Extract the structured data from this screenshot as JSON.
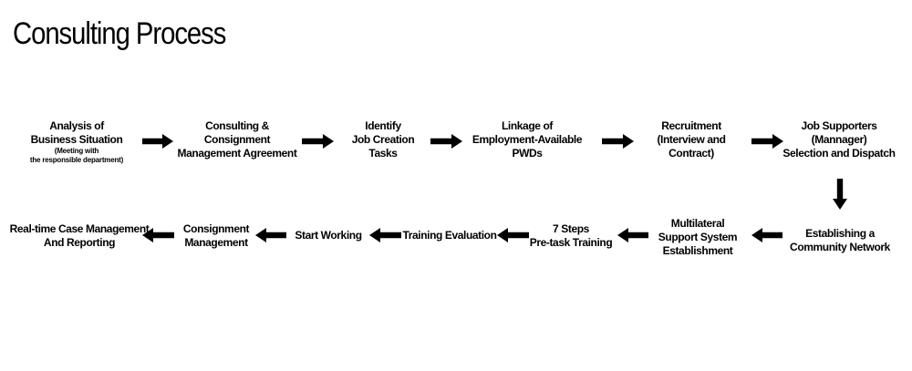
{
  "diagram": {
    "title": "Consulting Process",
    "steps": [
      {
        "id": "s1",
        "lines": [
          "Analysis of",
          "Business Situation"
        ],
        "sub": [
          "(Meeting with",
          "the responsible department)"
        ]
      },
      {
        "id": "s2",
        "lines": [
          "Consulting &",
          "Consignment",
          "Management Agreement"
        ]
      },
      {
        "id": "s3",
        "lines": [
          "Identify",
          "Job Creation",
          "Tasks"
        ]
      },
      {
        "id": "s4",
        "lines": [
          "Linkage of",
          "Employment-Available",
          "PWDs"
        ]
      },
      {
        "id": "s5",
        "lines": [
          "Recruitment",
          "(Interview and",
          "Contract)"
        ]
      },
      {
        "id": "s6",
        "lines": [
          "Job Supporters",
          "(Mannager)",
          "Selection and Dispatch"
        ]
      },
      {
        "id": "s7",
        "lines": [
          "Establishing a",
          "Community Network"
        ]
      },
      {
        "id": "s8",
        "lines": [
          "Multilateral",
          "Support System",
          "Establishment"
        ]
      },
      {
        "id": "s9",
        "lines": [
          "7 Steps",
          "Pre-task Training"
        ]
      },
      {
        "id": "s10",
        "lines": [
          "Training Evaluation"
        ]
      },
      {
        "id": "s11",
        "lines": [
          "Start Working"
        ]
      },
      {
        "id": "s12",
        "lines": [
          "Consignment",
          "Management"
        ]
      },
      {
        "id": "s13",
        "lines": [
          "Real-time Case Management",
          "And Reporting"
        ]
      }
    ],
    "edges": [
      [
        "s1",
        "s2"
      ],
      [
        "s2",
        "s3"
      ],
      [
        "s3",
        "s4"
      ],
      [
        "s4",
        "s5"
      ],
      [
        "s5",
        "s6"
      ],
      [
        "s6",
        "s7"
      ],
      [
        "s7",
        "s8"
      ],
      [
        "s8",
        "s9"
      ],
      [
        "s9",
        "s10"
      ],
      [
        "s10",
        "s11"
      ],
      [
        "s11",
        "s12"
      ],
      [
        "s12",
        "s13"
      ]
    ]
  }
}
